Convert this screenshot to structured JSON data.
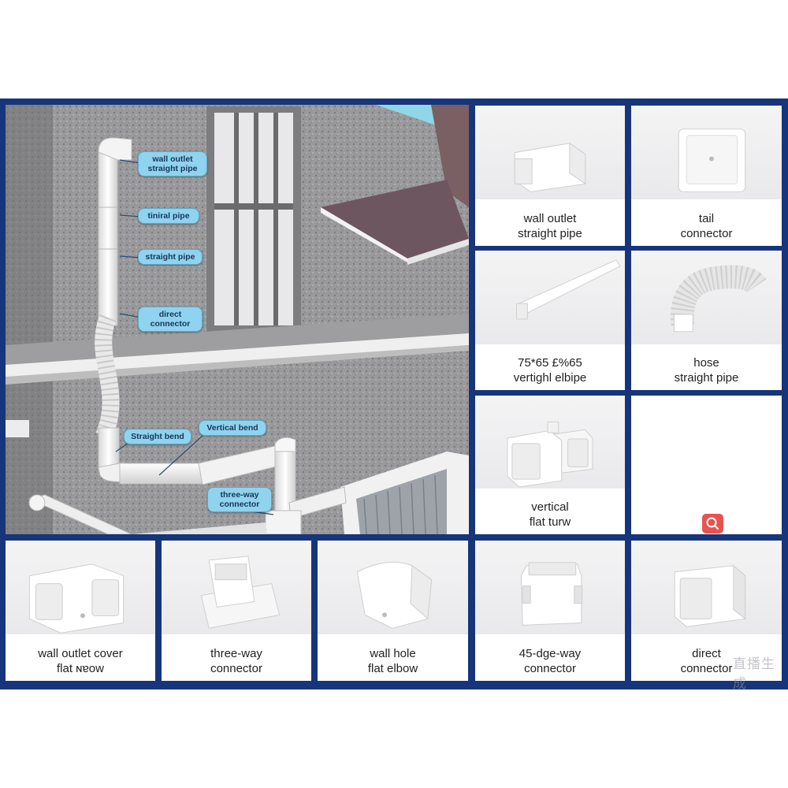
{
  "scene": {
    "callouts": [
      {
        "lines": [
          "wall outlet",
          "straight pipe"
        ]
      },
      {
        "lines": [
          "tiniral pipe"
        ]
      },
      {
        "lines": [
          "straight pipe"
        ]
      },
      {
        "lines": [
          "direct",
          "connector"
        ]
      },
      {
        "lines": [
          "Straight bend"
        ]
      },
      {
        "lines": [
          "Vertical bend"
        ]
      },
      {
        "lines": [
          "three-way",
          "connector"
        ]
      }
    ]
  },
  "products": [
    {
      "lines": [
        "wall outlet",
        "straight pipe"
      ],
      "icon": "wall-outlet-straight-pipe-icon"
    },
    {
      "lines": [
        "tail",
        "connector"
      ],
      "icon": "tail-connector-icon"
    },
    {
      "lines": [
        "75*65 £%65",
        "vertighl elbipe"
      ],
      "icon": "vertical-elbow-pipe-icon"
    },
    {
      "lines": [
        "hose",
        "straight pipe"
      ],
      "icon": "hose-straight-pipe-icon"
    },
    {
      "lines": [
        "vertical",
        "flat turw"
      ],
      "icon": "vertical-flat-turn-icon"
    },
    {
      "lines": [
        "wall outlet cover",
        "flat ɴɐow"
      ],
      "icon": "wall-outlet-cover-icon"
    },
    {
      "lines": [
        "three-way",
        "connector"
      ],
      "icon": "three-way-connector-icon"
    },
    {
      "lines": [
        "wall hole",
        "flat elbow"
      ],
      "icon": "wall-hole-flat-elbow-icon"
    },
    {
      "lines": [
        "45-dge-way",
        "connector"
      ],
      "icon": "45-degree-connector-icon"
    },
    {
      "lines": [
        "direct",
        "connector"
      ],
      "icon": "direct-connector-icon"
    }
  ],
  "search_icon": "search-icon",
  "watermark": "直播生成",
  "colors": {
    "frame": "#16357a",
    "callout": "#8fd3ee",
    "search": "#e8534f"
  }
}
